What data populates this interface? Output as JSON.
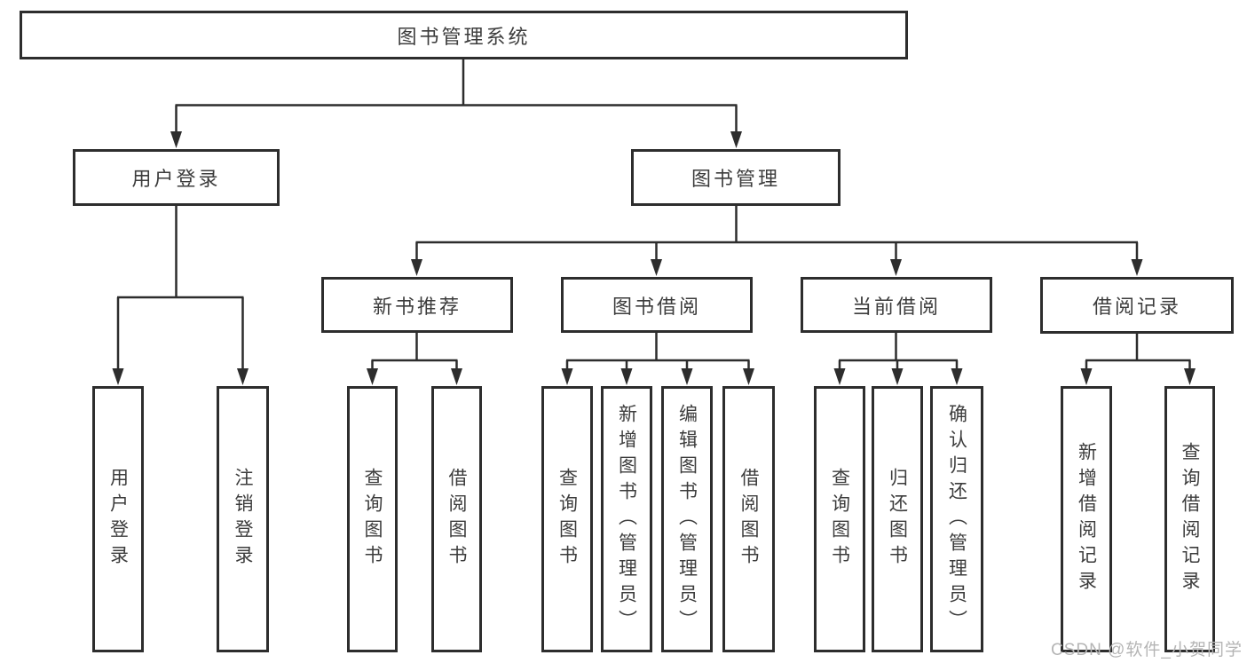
{
  "diagram": {
    "root": {
      "label": "图书管理系统"
    },
    "level2": {
      "user_login": {
        "label": "用户登录"
      },
      "book_management": {
        "label": "图书管理"
      }
    },
    "level3": {
      "new_book_recommend": {
        "label": "新书推荐"
      },
      "book_borrowing": {
        "label": "图书借阅"
      },
      "current_borrowing": {
        "label": "当前借阅"
      },
      "borrowing_records": {
        "label": "借阅记录"
      }
    },
    "leaves": {
      "user_login_group": {
        "login": "用户登录",
        "logout": "注销登录"
      },
      "new_book_group": {
        "query_books": "查询图书",
        "borrow_books": "借阅图书"
      },
      "book_borrow_group": {
        "query_books": "查询图书",
        "add_books_admin": "新增图书（管理员）",
        "edit_books_admin": "编辑图书（管理员）",
        "borrow_books": "借阅图书"
      },
      "current_borrow_group": {
        "query_books": "查询图书",
        "return_books": "归还图书",
        "confirm_return_admin": "确认归还（管理员）"
      },
      "records_group": {
        "add_record": "新增借阅记录",
        "query_record": "查询借阅记录"
      }
    },
    "watermark": "CSDN @软件_小贺同学",
    "colors": {
      "line": "#2d2d2d",
      "box_text": "#3c3c3c",
      "watermark": "#b5b5b5",
      "background": "#ffffff"
    }
  }
}
